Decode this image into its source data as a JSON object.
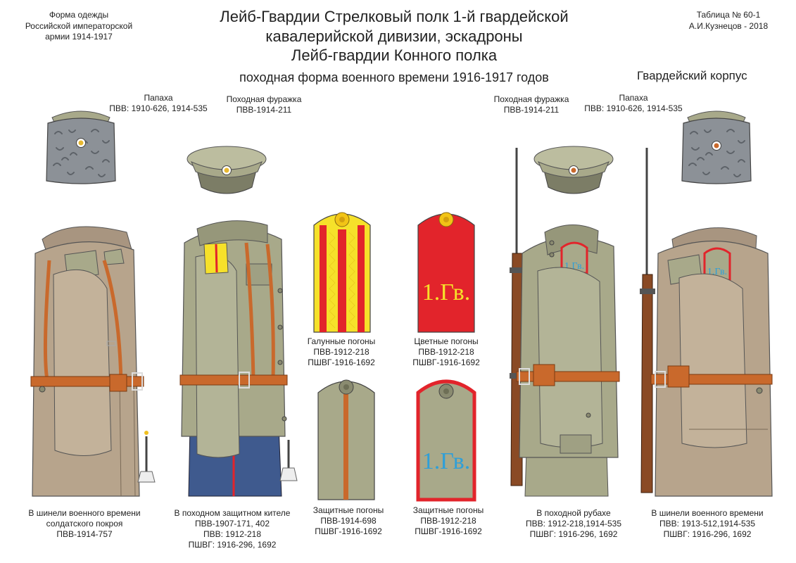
{
  "header": {
    "left": [
      "Форма одежды",
      "Российской императорской",
      "армии  1914-1917"
    ],
    "right": [
      "Таблица № 60-1",
      "А.И.Кузнецов - 2018"
    ],
    "title": [
      "Лейб-Гвардии Стрелковый полк 1-й гвардейской",
      "кавалерийской дивизии, эскадроны",
      "Лейб-гвардии Конного полка"
    ],
    "subtitle": "походная форма военного времени 1916-1917 годов",
    "corps": "Гвардейский корпус"
  },
  "headwear": {
    "papakha_left": [
      "Папаха",
      "ПВВ: 1910-626, 1914-535"
    ],
    "cap_left": [
      "Походная фуражка",
      "ПВВ-1914-211"
    ],
    "cap_right": [
      "Походная фуражка",
      "ПВВ-1914-211"
    ],
    "papakha_right": [
      "Папаха",
      "ПВВ: 1910-626, 1914-535"
    ]
  },
  "shoulder_boards": {
    "galun": [
      "Галунные погоны",
      "ПВВ-1912-218",
      "ПШВГ-1916-1692"
    ],
    "colored": [
      "Цветные погоны",
      "ПВВ-1912-218",
      "ПШВГ-1916-1692"
    ],
    "protective_plain": [
      "Защитные погоны",
      "ПВВ-1914-698",
      "ПШВГ-1916-1692"
    ],
    "protective_marked": [
      "Защитные  погоны",
      "ПВВ-1912-218",
      "ПШВГ-1916-1692"
    ],
    "cipher": "1.Гв.",
    "cipher_small": "1.Гв."
  },
  "figures": {
    "greatcoat_left": [
      "В шинели военного времени",
      "солдатского покроя",
      "ПВВ-1914-757"
    ],
    "tunic": [
      "В походном защитном кителе",
      "ПВВ-1907-171, 402",
      "ПВВ: 1912-218",
      "ПШВГ: 1916-296, 1692"
    ],
    "shirt": [
      "В походной рубахе",
      "ПВВ: 1912-218,1914-535",
      "ПШВГ: 1916-296, 1692"
    ],
    "greatcoat_right": [
      "В шинели военного времени",
      "ПВВ: 1913-512,1914-535",
      "ПШВГ: 1916-296, 1692"
    ]
  },
  "colors": {
    "khaki": "#a8a98a",
    "khaki_light": "#bcbd9f",
    "coat": "#b7a48c",
    "leather": "#c9692c",
    "red": "#e2242b",
    "yellow": "#f6e12a",
    "blue": "#2f9fd8",
    "fur": "#8c9197",
    "trousers": "#3f5a8e"
  }
}
